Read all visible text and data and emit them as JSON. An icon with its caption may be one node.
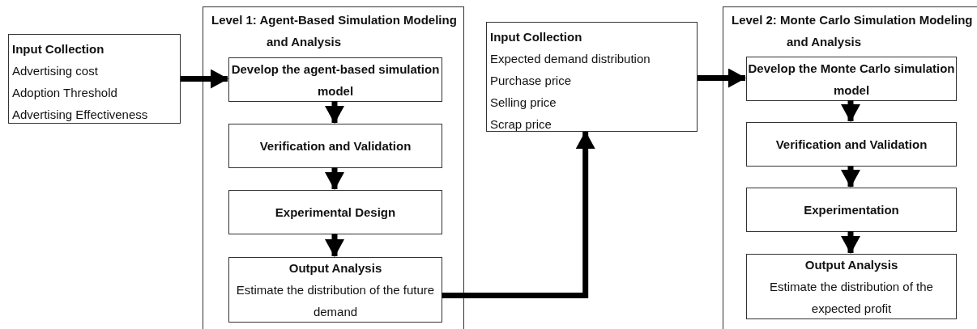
{
  "diagram": {
    "nodes": [
      {
        "text": [
          "Input Collection",
          "Advertising cost",
          "Adoption Threshold",
          "Advertising Effectiveness"
        ]
      },
      {
        "text": [
          "Level 1: Agent-Based Simulation Modeling and Analysis"
        ]
      },
      {
        "text": [
          "Develop the agent-based simulation model"
        ],
        "in": 1
      },
      {
        "text": [
          "Verification and Validation"
        ],
        "in": 1
      },
      {
        "text": [
          "Experimental Design"
        ],
        "in": 1
      },
      {
        "text": [
          "Output Analysis",
          "Estimate the distribution of the future demand"
        ],
        "in": 1
      },
      {
        "text": [
          "Input Collection",
          "Expected demand distribution",
          "Purchase price",
          "Selling price",
          "Scrap price"
        ]
      },
      {
        "text": [
          "Level 2: Monte Carlo Simulation Modeling and Analysis"
        ]
      },
      {
        "text": [
          "Develop the Monte Carlo simulation model"
        ],
        "in": 7
      },
      {
        "text": [
          "Verification and Validation"
        ],
        "in": 7
      },
      {
        "text": [
          "Experimentation"
        ],
        "in": 7
      },
      {
        "text": [
          "Output Analysis",
          "Estimate the distribution of the expected profit"
        ],
        "in": 7
      }
    ],
    "edges": [
      {
        "from": 0,
        "to": 2,
        "arrow": "to"
      },
      {
        "from": 2,
        "to": 3,
        "arrow": "to"
      },
      {
        "from": 3,
        "to": 4,
        "arrow": "to"
      },
      {
        "from": 4,
        "to": 5,
        "arrow": "to"
      },
      {
        "from": 5,
        "to": 6,
        "arrow": "to"
      },
      {
        "from": 6,
        "to": 8,
        "arrow": "to"
      },
      {
        "from": 8,
        "to": 9,
        "arrow": "to"
      },
      {
        "from": 9,
        "to": 10,
        "arrow": "to"
      },
      {
        "from": 10,
        "to": 11,
        "arrow": "to"
      }
    ]
  }
}
